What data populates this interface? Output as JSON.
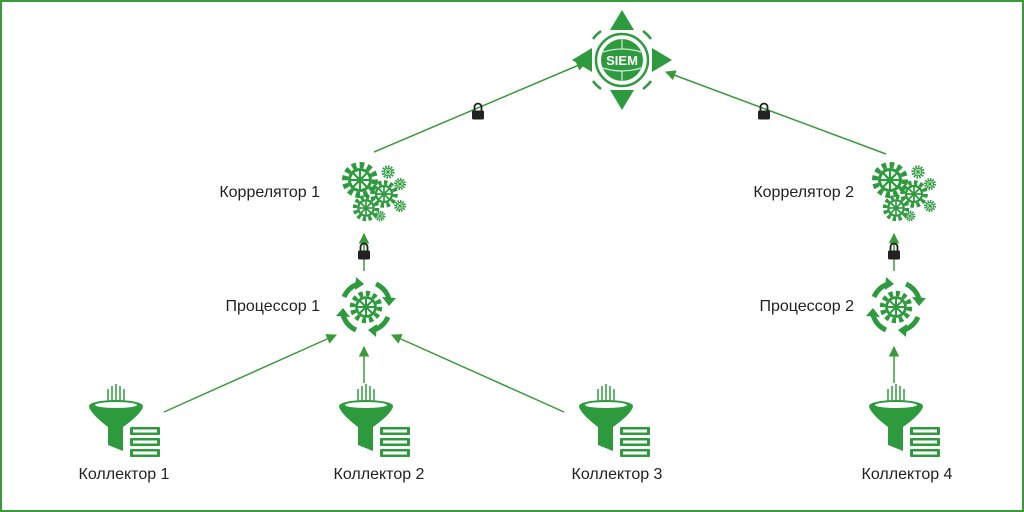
{
  "colors": {
    "accent": "#2e9a3e",
    "dark": "#1f7a2e",
    "line": "#3a9a3a",
    "lock": "#222222"
  },
  "hub": {
    "label": "SIEM",
    "icon": "siem-compass-icon"
  },
  "correlators": [
    {
      "label": "Коррелятор 1",
      "icon": "gears-icon"
    },
    {
      "label": "Коррелятор 2",
      "icon": "gears-icon"
    }
  ],
  "processors": [
    {
      "label": "Процессор 1",
      "icon": "gear-cycle-icon"
    },
    {
      "label": "Процессор 2",
      "icon": "gear-cycle-icon"
    }
  ],
  "collectors": [
    {
      "label": "Коллектор 1",
      "icon": "funnel-database-icon"
    },
    {
      "label": "Коллектор 2",
      "icon": "funnel-database-icon"
    },
    {
      "label": "Коллектор 3",
      "icon": "funnel-database-icon"
    },
    {
      "label": "Коллектор 4",
      "icon": "funnel-database-icon"
    }
  ],
  "secure_link_icon": "lock-icon"
}
